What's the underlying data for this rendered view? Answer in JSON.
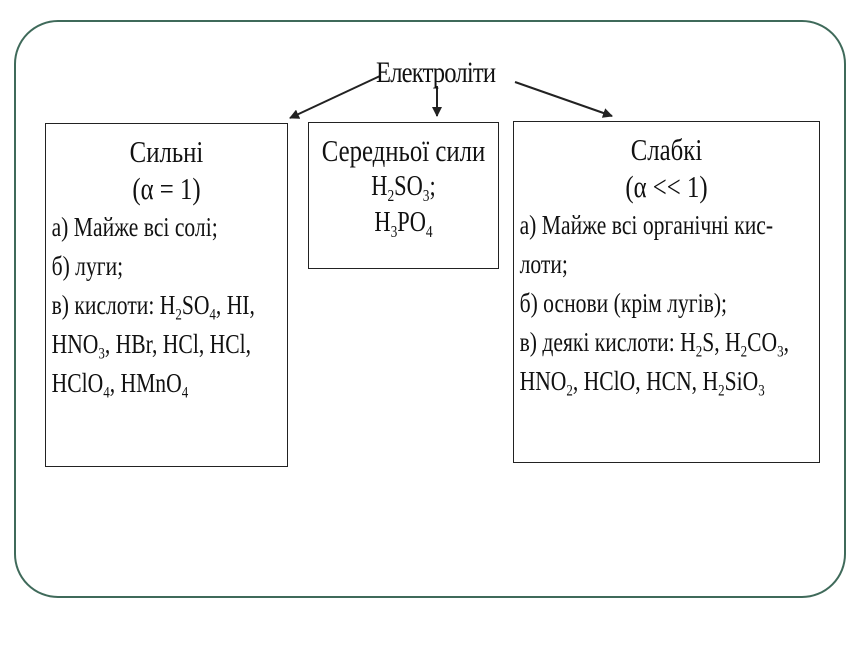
{
  "root": "Електроліти",
  "strong": {
    "title": "Сильні",
    "alpha": "(α = 1)",
    "items": [
      "а) Майже всі солі;",
      "б) луги;",
      "в) кислоти: H<sub>2</sub>SO<sub>4</sub>, HI,",
      "HNO<sub>3</sub>, HBr, HCl, HCl,",
      "HClO<sub>4</sub>, HMnO<sub>4</sub>"
    ]
  },
  "medium": {
    "title": "Середньої сили",
    "items": [
      "H<sub>2</sub>SO<sub>3</sub>;",
      "H<sub>3</sub>PO<sub>4</sub>"
    ]
  },
  "weak": {
    "title": "Слабкі",
    "alpha": "(α << 1)",
    "items": [
      "а) Майже всі органічні кис-",
      "лоти;",
      "б) основи (крім лугів);",
      "в) деякі кислоти: H<sub>2</sub>S, H<sub>2</sub>CO<sub>3</sub>,",
      "HNO<sub>2</sub>, HClO, HCN, H<sub>2</sub>SiO<sub>3</sub>"
    ]
  }
}
